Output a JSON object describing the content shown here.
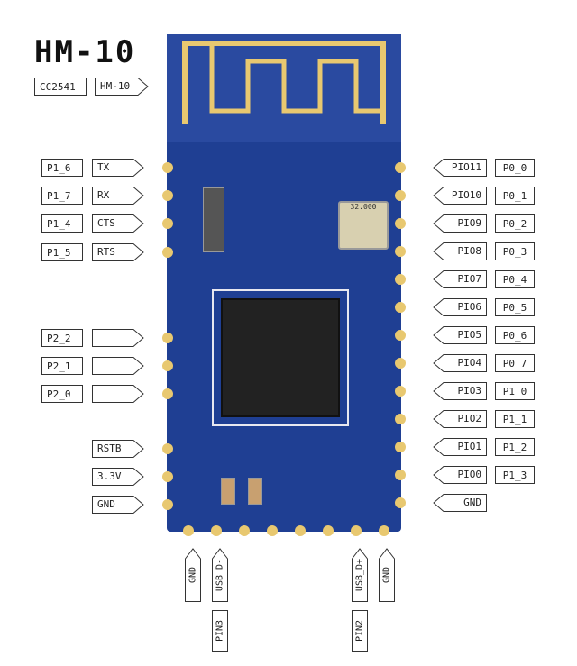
{
  "title": "HM-10",
  "chip_label": "CC2541",
  "module_label": "HM-10",
  "crystal_label": "32.000",
  "left_pins": [
    {
      "port": "P1_6",
      "func": "TX"
    },
    {
      "port": "P1_7",
      "func": "RX"
    },
    {
      "port": "P1_4",
      "func": "CTS"
    },
    {
      "port": "P1_5",
      "func": "RTS"
    },
    {
      "port": "P2_2",
      "func": ""
    },
    {
      "port": "P2_1",
      "func": ""
    },
    {
      "port": "P2_0",
      "func": ""
    },
    {
      "port": "",
      "func": "RSTB"
    },
    {
      "port": "",
      "func": "3.3V"
    },
    {
      "port": "",
      "func": "GND"
    }
  ],
  "right_pins": [
    {
      "func": "PIO11",
      "port": "P0_0"
    },
    {
      "func": "PIO10",
      "port": "P0_1"
    },
    {
      "func": "PIO9",
      "port": "P0_2"
    },
    {
      "func": "PIO8",
      "port": "P0_3"
    },
    {
      "func": "PIO7",
      "port": "P0_4"
    },
    {
      "func": "PIO6",
      "port": "P0_5"
    },
    {
      "func": "PIO5",
      "port": "P0_6"
    },
    {
      "func": "PIO4",
      "port": "P0_7"
    },
    {
      "func": "PIO3",
      "port": "P1_0"
    },
    {
      "func": "PIO2",
      "port": "P1_1"
    },
    {
      "func": "PIO1",
      "port": "P1_2"
    },
    {
      "func": "PIO0",
      "port": "P1_3"
    },
    {
      "func": "GND",
      "port": ""
    }
  ],
  "bottom_pins": [
    {
      "func": "GND",
      "pin": ""
    },
    {
      "func": "USB_D-",
      "pin": "PIN3"
    },
    {
      "func": "USB_D+",
      "pin": "PIN2"
    },
    {
      "func": "GND",
      "pin": ""
    }
  ],
  "colors": {
    "board": "#1f3f93",
    "gold": "#e8c870"
  }
}
